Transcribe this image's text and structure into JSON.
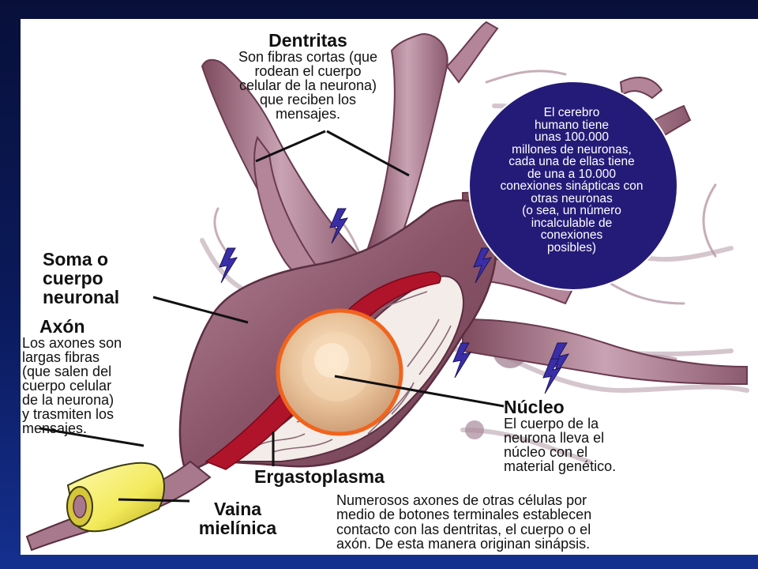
{
  "labels": {
    "dentritas": {
      "title": "Dentritas",
      "lines": [
        "Son fibras cortas (que",
        "rodean el cuerpo",
        "celular de la neurona)",
        "que reciben los",
        "mensajes."
      ]
    },
    "soma": {
      "lines": [
        "Soma o",
        "cuerpo",
        "neuronal"
      ]
    },
    "axon": {
      "title": "Axón",
      "lines": [
        "Los axones son",
        "largas fibras",
        "(que salen del",
        "cuerpo celular",
        "de la neurona)",
        "y trasmiten los",
        "mensajes."
      ]
    },
    "nucleo": {
      "title": "Núcleo",
      "lines": [
        "El cuerpo de la",
        "neurona lleva el",
        "núcleo con el",
        "material genético."
      ]
    },
    "ergastoplasma": {
      "title": "Ergastoplasma"
    },
    "vaina": {
      "lines": [
        "Vaina",
        "mielínica"
      ]
    },
    "sinapsis": {
      "lines": [
        "Numerosos axones de otras células por",
        "medio de botones terminales establecen",
        "contacto con las dentritas, el cuerpo o el",
        "axón. De esta manera originan sinápsis."
      ]
    }
  },
  "info_circle": {
    "lines": [
      "El cerebro",
      "humano tiene",
      "unas 100.000",
      "millones de neuronas,",
      "cada una de ellas tiene",
      "de una a 10.000",
      "conexiones sinápticas con",
      "otras neuronas",
      "(o sea, un número",
      "incalculable de",
      "conexiones",
      "posibles)"
    ]
  },
  "colors": {
    "background": "#0b1a5c",
    "cell_body": "#8a5468",
    "cell_highlight": "#c9a3b3",
    "membrane_red": "#b0142a",
    "nucleus": "#e8c29a",
    "nucleus_ring": "#f0641e",
    "myelin": "#f2ea5a",
    "circle": "#241b78",
    "spark": "#3a2ea8"
  }
}
